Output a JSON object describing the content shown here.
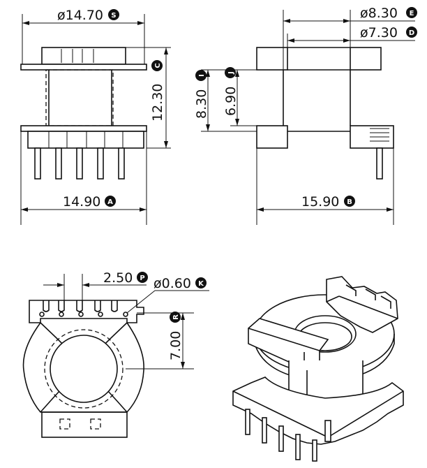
{
  "dimensions": {
    "S": {
      "value": "ø14.70",
      "code": "S"
    },
    "E": {
      "value": "ø8.30",
      "code": "E"
    },
    "D": {
      "value": "ø7.30",
      "code": "D"
    },
    "C": {
      "value": "12.30",
      "code": "C"
    },
    "I": {
      "value": "8.30",
      "code": "I"
    },
    "J": {
      "value": "6.90",
      "code": "J"
    },
    "A": {
      "value": "14.90",
      "code": "A"
    },
    "B": {
      "value": "15.90",
      "code": "B"
    },
    "P": {
      "value": "2.50",
      "code": "P"
    },
    "K": {
      "value": "ø0.60",
      "code": "K"
    },
    "R": {
      "value": "7.00",
      "code": "R"
    }
  }
}
